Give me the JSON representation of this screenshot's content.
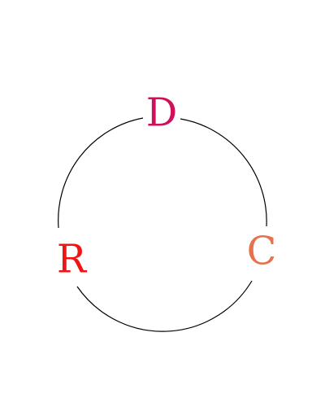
{
  "diagram": {
    "nodes": [
      {
        "id": "top",
        "label": "D",
        "color": "#d0105a"
      },
      {
        "id": "right",
        "label": "C",
        "color": "#e8704a"
      },
      {
        "id": "left",
        "label": "R",
        "color": "#f01414"
      }
    ],
    "ring_color": "#000000"
  }
}
